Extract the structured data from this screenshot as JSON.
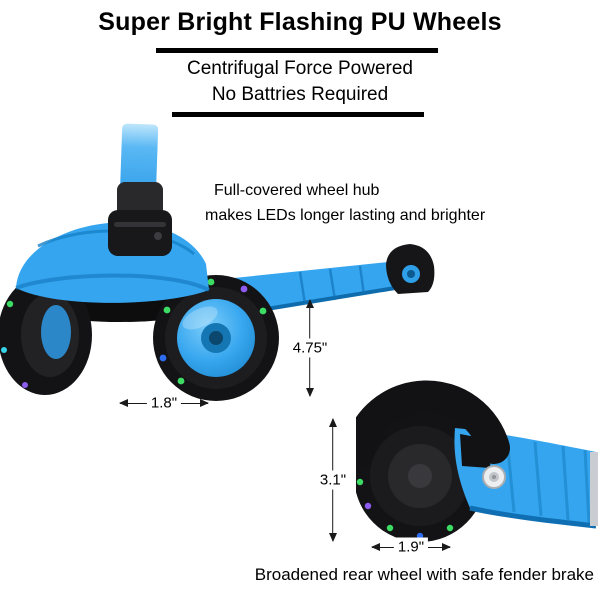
{
  "title": "Super Bright Flashing PU Wheels",
  "subtitle": {
    "line1": "Centrifugal Force Powered",
    "line2": "No Battries Required"
  },
  "annotations": {
    "hub_line1": "Full-covered wheel hub",
    "hub_line2": "makes LEDs longer lasting and brighter",
    "bottom_caption": "Broadened rear wheel with safe fender brake"
  },
  "measurements": {
    "front_height": "4.75\"",
    "front_width": "1.8\"",
    "rear_height": "3.1\"",
    "rear_width": "1.9\""
  },
  "colors": {
    "scooter_blue": "#35a5ef",
    "scooter_blue_dark": "#1075bd",
    "tire_black": "#131315",
    "led_green": "#3ddc64",
    "led_cyan": "#35d4e8",
    "led_blue": "#2e6cf0",
    "led_purple": "#8e5cf0",
    "dimension_color": "#1a1a1a"
  }
}
